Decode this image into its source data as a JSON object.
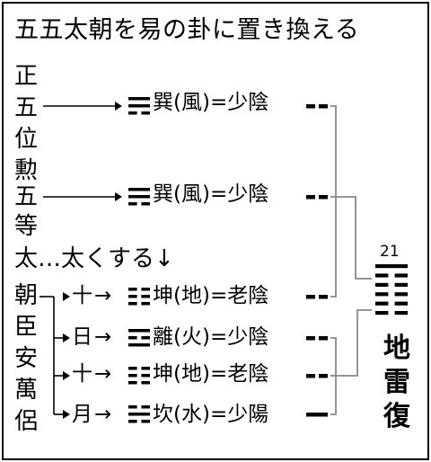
{
  "title": "五五太朝を易の卦に置き換える",
  "vertical_left_top": [
    "正",
    "五",
    "位",
    "勲",
    "五",
    "等"
  ],
  "tai_line": "太…太くする↓",
  "vertical_left_bottom": [
    "朝",
    "臣",
    "安",
    "萬",
    "侶"
  ],
  "rows": [
    {
      "input": "",
      "arrow": "→",
      "trigram": "巽",
      "label": "巽(風)=少陰",
      "lines": [
        0,
        1,
        1
      ],
      "mark": "yin"
    },
    {
      "input": "",
      "arrow": "→",
      "trigram": "巽",
      "label": "巽(風)=少陰",
      "lines": [
        0,
        1,
        1
      ],
      "mark": "yin"
    },
    {
      "input": "十",
      "arrow": "→",
      "trigram": "坤",
      "label": "坤(地)=老陰",
      "lines": [
        0,
        0,
        0
      ],
      "mark": "yin"
    },
    {
      "input": "日",
      "arrow": "→",
      "trigram": "離",
      "label": "離(火)=少陰",
      "lines": [
        1,
        0,
        1
      ],
      "mark": "yin"
    },
    {
      "input": "十",
      "arrow": "→",
      "trigram": "坤",
      "label": "坤(地)=老陰",
      "lines": [
        0,
        0,
        0
      ],
      "mark": "yin"
    },
    {
      "input": "月",
      "arrow": "→",
      "trigram": "坎",
      "label": "坎(水)=少陽",
      "lines": [
        0,
        1,
        0
      ],
      "mark": "yang"
    }
  ],
  "result": {
    "number": "21",
    "name_chars": [
      "地",
      "雷",
      "復"
    ],
    "hexagram_lines": [
      0,
      0,
      0,
      0,
      0,
      1
    ]
  }
}
